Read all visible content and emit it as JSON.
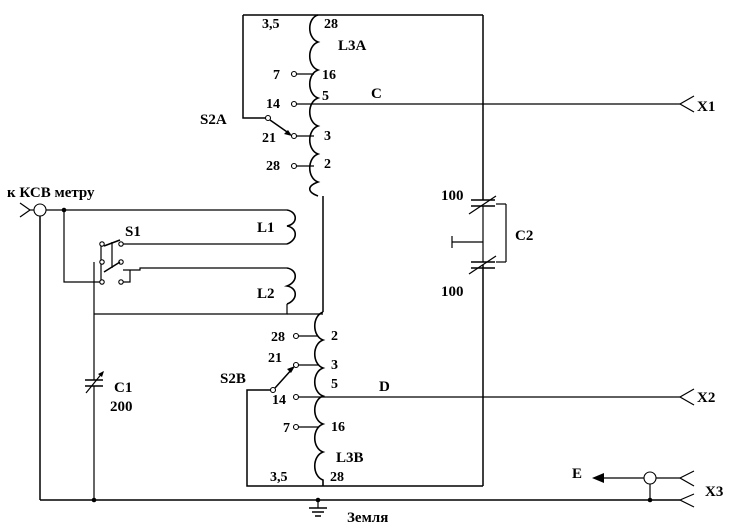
{
  "labels": {
    "ksv_meter": "к КСВ метру",
    "ground": "Земля",
    "s1": "S1",
    "s2a": "S2A",
    "s2b": "S2B",
    "l1": "L1",
    "l2": "L2",
    "l3a": "L3A",
    "l3b": "L3B",
    "c1": "C1",
    "c1_value": "200",
    "c2": "C2",
    "c2_top_value": "100",
    "c2_bottom_value": "100",
    "node_c": "C",
    "node_d": "D",
    "node_e": "E",
    "x1": "X1",
    "x2": "X2",
    "x3": "X3"
  },
  "l3a_taps": {
    "left": [
      "3,5",
      "7",
      "14",
      "21",
      "28"
    ],
    "right": [
      "28",
      "16",
      "5",
      "3",
      "2"
    ]
  },
  "l3b_taps": {
    "left": [
      "28",
      "21",
      "14",
      "7",
      "3,5"
    ],
    "right": [
      "2",
      "3",
      "5",
      "16",
      "28"
    ]
  }
}
